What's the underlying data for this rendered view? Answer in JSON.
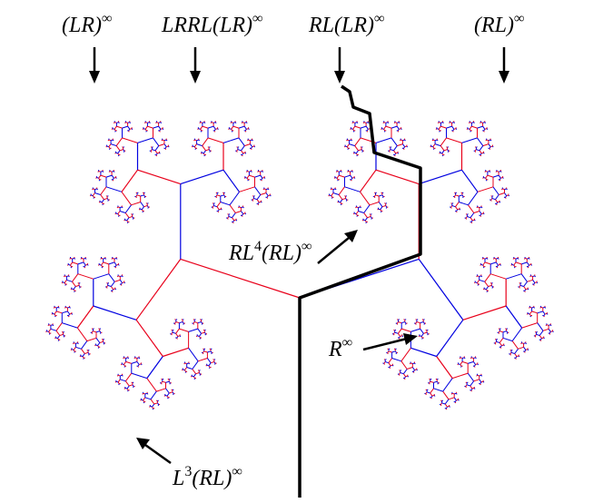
{
  "labels": {
    "top1": {
      "base": "(LR)",
      "sup": "∞"
    },
    "top2": {
      "base": "LRRL(LR)",
      "sup": "∞"
    },
    "top3": {
      "base": "RL(LR)",
      "sup": "∞"
    },
    "top4": {
      "base": "(RL)",
      "sup": "∞"
    },
    "mid": {
      "pre": "RL",
      "sup": "4",
      "post": "(RL)",
      "sup2": "∞"
    },
    "rinf": {
      "base": "R",
      "sup": "∞"
    },
    "bottom": {
      "pre": "L",
      "sup": "3",
      "post": "(RL)",
      "sup2": "∞"
    }
  },
  "colors": {
    "left_branch": "#e8001a",
    "right_branch": "#0000e0",
    "path": "#000000",
    "background": "#ffffff"
  }
}
